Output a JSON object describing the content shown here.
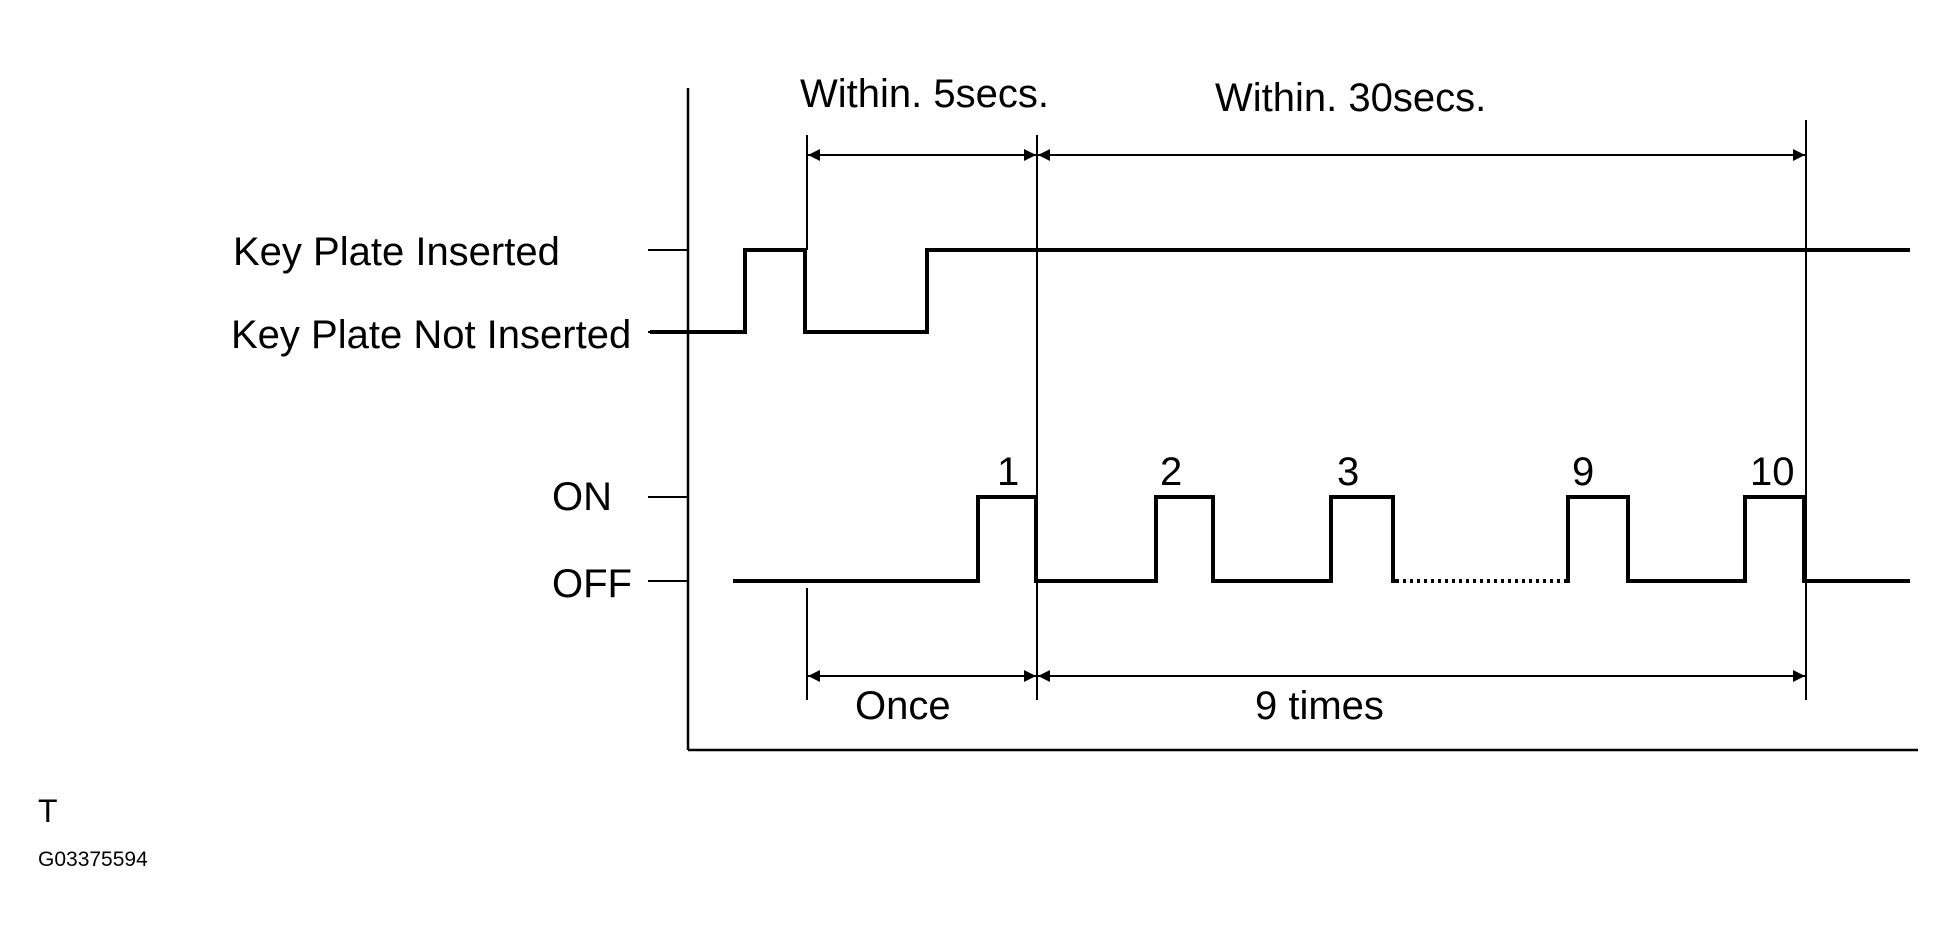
{
  "title_mark": "T",
  "figure_code": "G03375594",
  "key_signal": {
    "high_label": "Key Plate Inserted",
    "low_label": "Key Plate Not Inserted"
  },
  "switch_signal": {
    "high_label": "ON",
    "low_label": "OFF",
    "pulse_numbers": [
      "1",
      "2",
      "3",
      "9",
      "10"
    ]
  },
  "intervals": {
    "first_window": "Within. 5secs.",
    "second_window": "Within. 30secs.",
    "first_count": "Once",
    "second_count": "9 times"
  }
}
